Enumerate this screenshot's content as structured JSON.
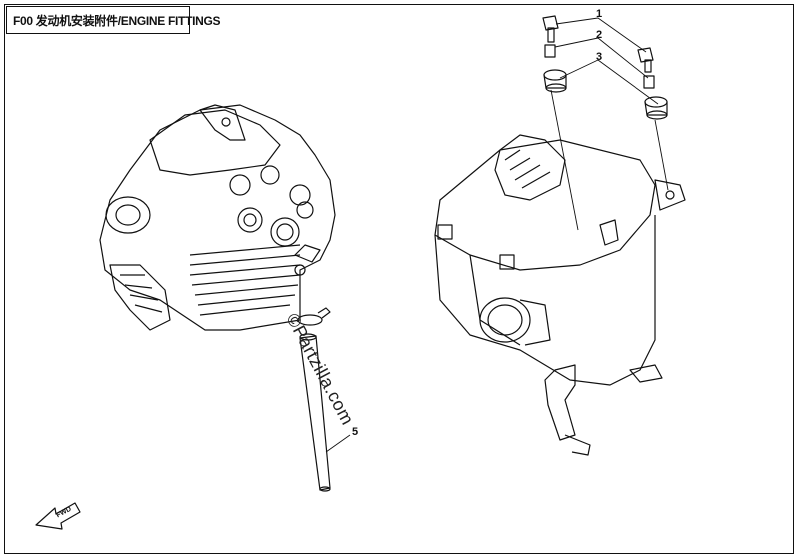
{
  "title": {
    "text": "F00 发动机安装附件/ENGINE FITTINGS"
  },
  "callouts": [
    "1",
    "2",
    "3",
    "5"
  ],
  "watermark": "©Partzilla.com",
  "fwd_label": "FWD",
  "colors": {
    "line": "#111111",
    "background": "#ffffff"
  }
}
